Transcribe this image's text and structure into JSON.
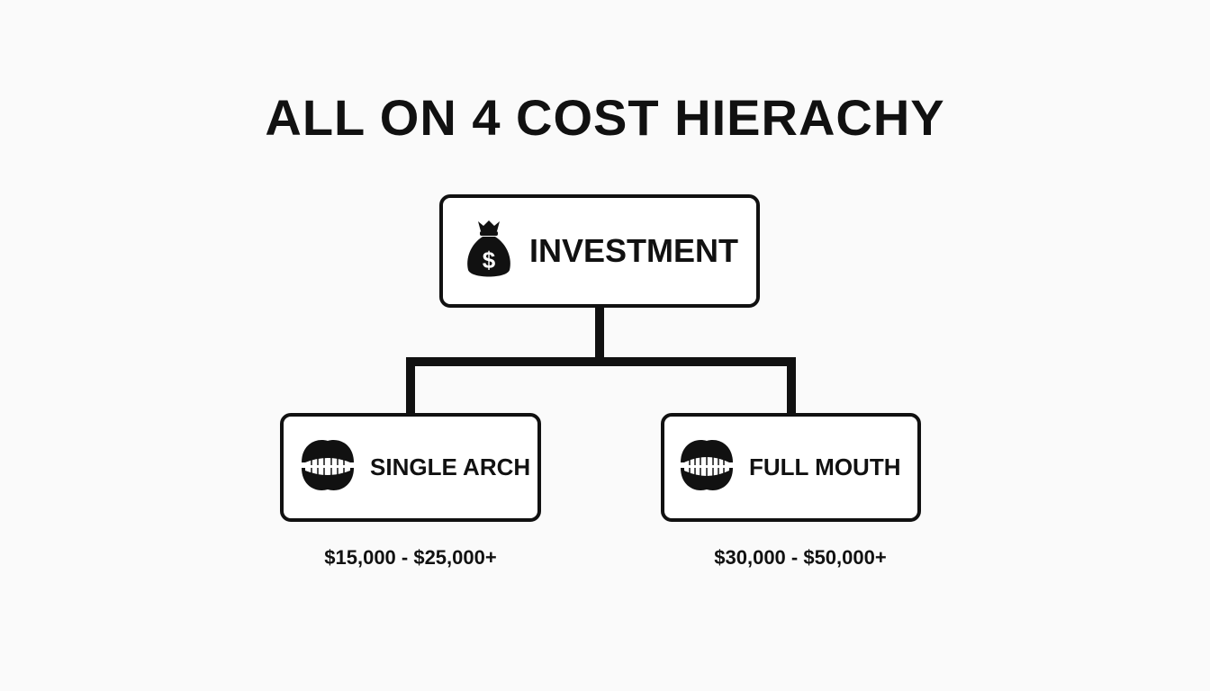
{
  "title": "ALL ON 4 COST HIERACHY",
  "root": {
    "label": "INVESTMENT",
    "icon": "money-bag-icon"
  },
  "children": [
    {
      "label": "SINGLE ARCH",
      "icon": "teeth-icon",
      "price": "$15,000 - $25,000+"
    },
    {
      "label": "FULL MOUTH",
      "icon": "teeth-icon",
      "price": "$30,000 - $50,000+"
    }
  ],
  "colors": {
    "background": "#fafafa",
    "ink": "#111111",
    "box_fill": "#ffffff"
  }
}
